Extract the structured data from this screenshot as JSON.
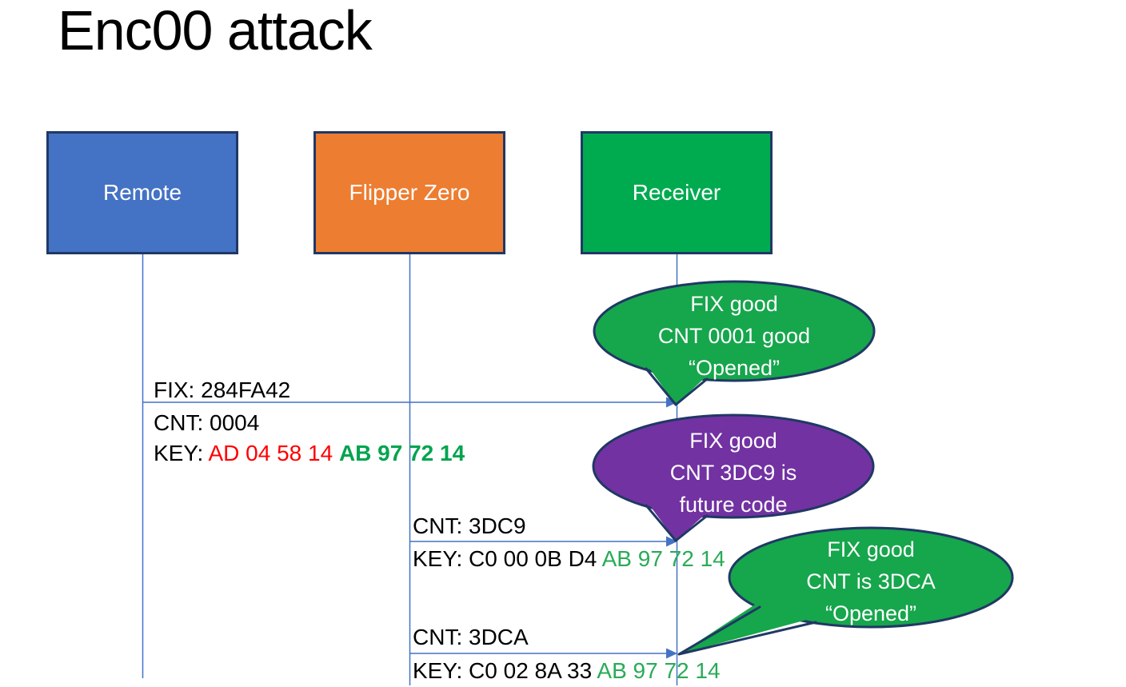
{
  "title": "Enc00 attack",
  "actors": [
    {
      "label": "Remote"
    },
    {
      "label": "Flipper Zero"
    },
    {
      "label": "Receiver"
    }
  ],
  "messages": [
    {
      "fix": "FIX: 284FA42",
      "cnt": "CNT: 0004",
      "key_prefix": "KEY: ",
      "key_var": "AD 04 58 14 ",
      "key_fixed": "AB 97 72 14"
    },
    {
      "cnt": "CNT: 3DC9",
      "key_prefix": "KEY: ",
      "key_var": "C0 00 0B D4 ",
      "key_fixed": "AB 97 72 14"
    },
    {
      "cnt": "CNT: 3DCA",
      "key_prefix": "KEY: ",
      "key_var": "C0 02 8A 33 ",
      "key_fixed": "AB 97 72 14"
    }
  ],
  "callouts": [
    {
      "line1": "FIX good",
      "line2": "CNT 0001 good",
      "line3": "“Opened”"
    },
    {
      "line1": "FIX good",
      "line2": "CNT 3DC9 is",
      "line3": "future code"
    },
    {
      "line1": "FIX good",
      "line2": "CNT is 3DCA",
      "line3": "“Opened”"
    }
  ],
  "colors": {
    "remote_fill": "#4472C4",
    "flipper_fill": "#ED7D31",
    "receiver_fill": "#00AB50",
    "callout_green": "#16A64C",
    "callout_purple": "#7232A2",
    "outline_navy": "#203864",
    "connector_blue": "#4472C4",
    "key_red": "#FF0000",
    "key_green_bold": "#00A44E",
    "key_green": "#29AB57",
    "text_white": "#FFFFFF",
    "text_black": "#000000"
  }
}
